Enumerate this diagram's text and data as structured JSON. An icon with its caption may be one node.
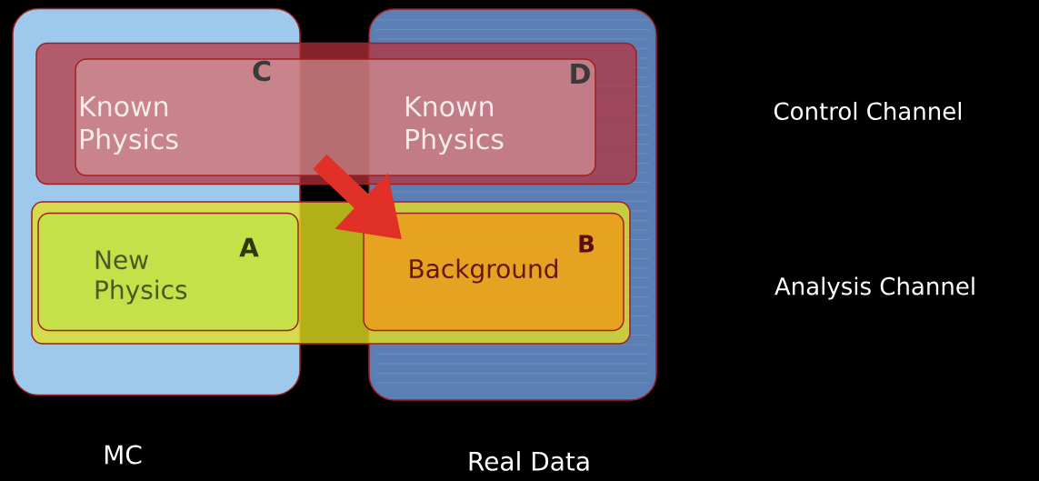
{
  "diagram": {
    "nodes": [
      {
        "text": [
          "MC"
        ]
      },
      {
        "text": [
          "Real Data"
        ]
      },
      {
        "text": [],
        "shape": "band"
      },
      {
        "text": [],
        "shape": "band"
      },
      {
        "text": [
          "Known Physics",
          "C",
          "Known Physics",
          "D"
        ],
        "in": 2
      },
      {
        "text": [
          "New Physics",
          "A"
        ]
      },
      {
        "text": [
          "Background",
          "B"
        ]
      }
    ],
    "edges": [
      {
        "from": 4,
        "to": 6,
        "arrow": "to",
        "color": "#e03028"
      }
    ],
    "labels": [
      "Control Channel",
      "Analysis Channel"
    ]
  }
}
